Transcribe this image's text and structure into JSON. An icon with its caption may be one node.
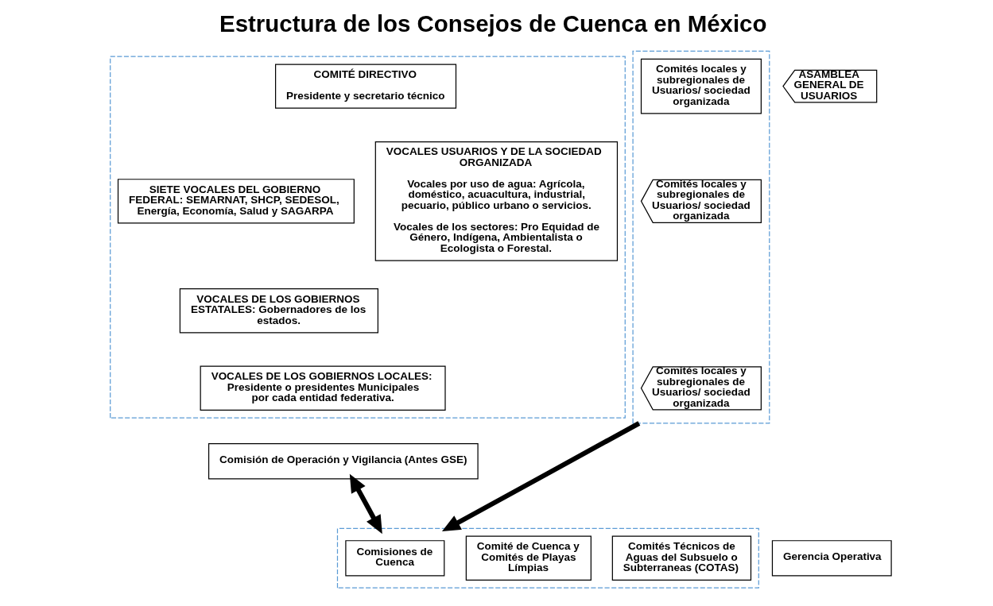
{
  "diagram": {
    "title": "Estructura de los Consejos de Cuenca en México",
    "nodes": [
      {
        "text": [],
        "shape": "box"
      },
      {
        "text": [
          "COMITÉ DIRECTIVO",
          "Presidente y secretario técnico"
        ],
        "in": 0
      },
      {
        "text": [
          "SIETE VOCALES DEL GOBIERNO FEDERAL: SEMARNAT, SHCP, SEDESOL, Energía, Economía, Salud y SAGARPA"
        ],
        "in": 0
      },
      {
        "text": [
          "VOCALES DE LOS GOBIERNOS ESTATALES: Gobernadores de los estados."
        ],
        "in": 0
      },
      {
        "text": [
          "VOCALES DE LOS GOBIERNOS LOCALES: Presidente o presidentes Municipales por cada entidad federativa."
        ],
        "in": 0
      },
      {
        "text": [
          "VOCALES USUARIOS Y DE LA SOCIEDAD ORGANIZADA",
          "Vocales por uso de agua: Agrícola, doméstico, acuacultura, industrial, pecuario, público urbano o servicios.",
          "Vocales de los sectores: Pro Equidad de Género, Indígena, Ambientalista o Ecologista o Forestal."
        ],
        "in": 0
      },
      {
        "text": [
          "Comisión de Operación y Vigilancia (Antes GSE)"
        ]
      },
      {
        "text": [
          "ASAMBLEA GENERAL DE USUARIOS"
        ]
      },
      {
        "text": [],
        "shape": "box"
      },
      {
        "text": [
          "Comités locales y subregionales de Usuarios/ sociedad organizada"
        ],
        "in": 8
      },
      {
        "text": [
          "Comités locales y subregionales de Usuarios/ sociedad organizada"
        ],
        "in": 8
      },
      {
        "text": [
          "Comités locales y subregionales de Usuarios/ sociedad organizada"
        ],
        "in": 8
      },
      {
        "text": [],
        "shape": "box"
      },
      {
        "text": [
          "Comisiones de Cuenca"
        ],
        "in": 12
      },
      {
        "text": [
          "Comité de Cuenca y Comités de Playas Límpias"
        ],
        "in": 12
      },
      {
        "text": [
          "Comités Técnicos de Aguas del Subsuelo o Subterraneas (COTAS)"
        ],
        "in": 12
      },
      {
        "text": [
          "Gerencia Operativa"
        ]
      }
    ],
    "edges": [
      {
        "from": 6,
        "to": 12,
        "arrow": "both"
      },
      {
        "from": 8,
        "to": 12,
        "arrow": "to"
      }
    ]
  }
}
